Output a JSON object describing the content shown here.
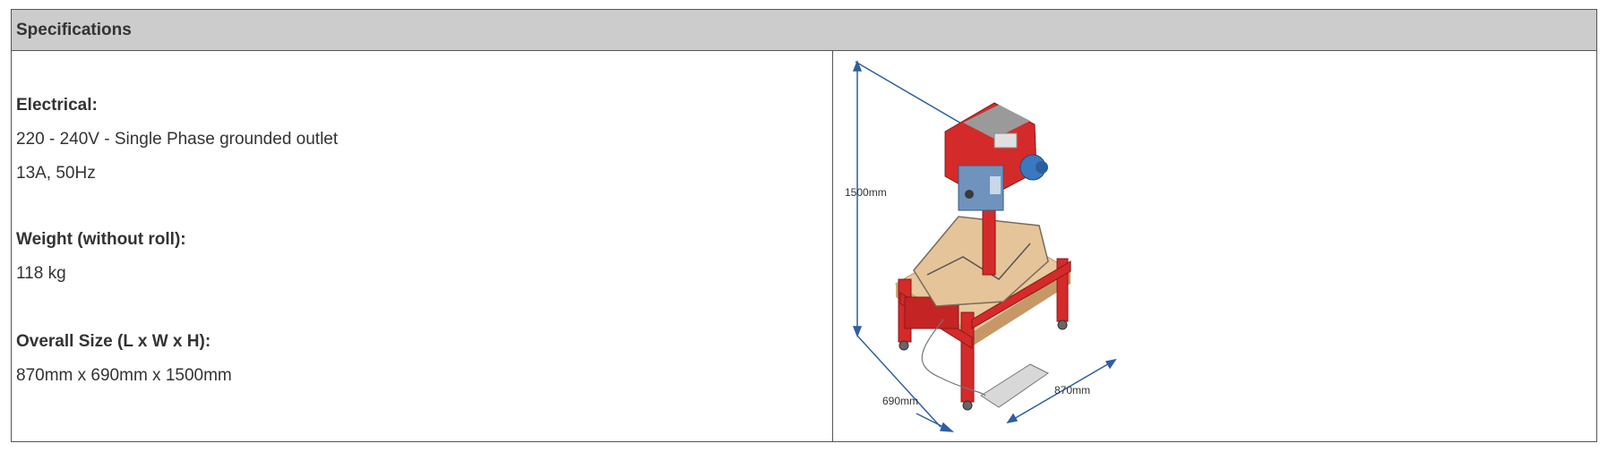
{
  "header": {
    "title": "Specifications"
  },
  "electrical": {
    "label": "Electrical:",
    "line1": "220 - 240V - Single Phase grounded outlet",
    "line2": "13A, 50Hz"
  },
  "weight": {
    "label": "Weight (without roll):",
    "value": "118 kg"
  },
  "size": {
    "label": "Overall Size (L x W x H):",
    "value": "870mm x 690mm x 1500mm"
  },
  "diagram": {
    "height_label": "1500mm",
    "width_label": "690mm",
    "length_label": "870mm"
  },
  "colors": {
    "header_bg": "#cccccc",
    "border": "#555555",
    "machine_red": "#d42a2a",
    "dimension_blue": "#2f5fa0",
    "paper_tan": "#e8c9a0"
  }
}
